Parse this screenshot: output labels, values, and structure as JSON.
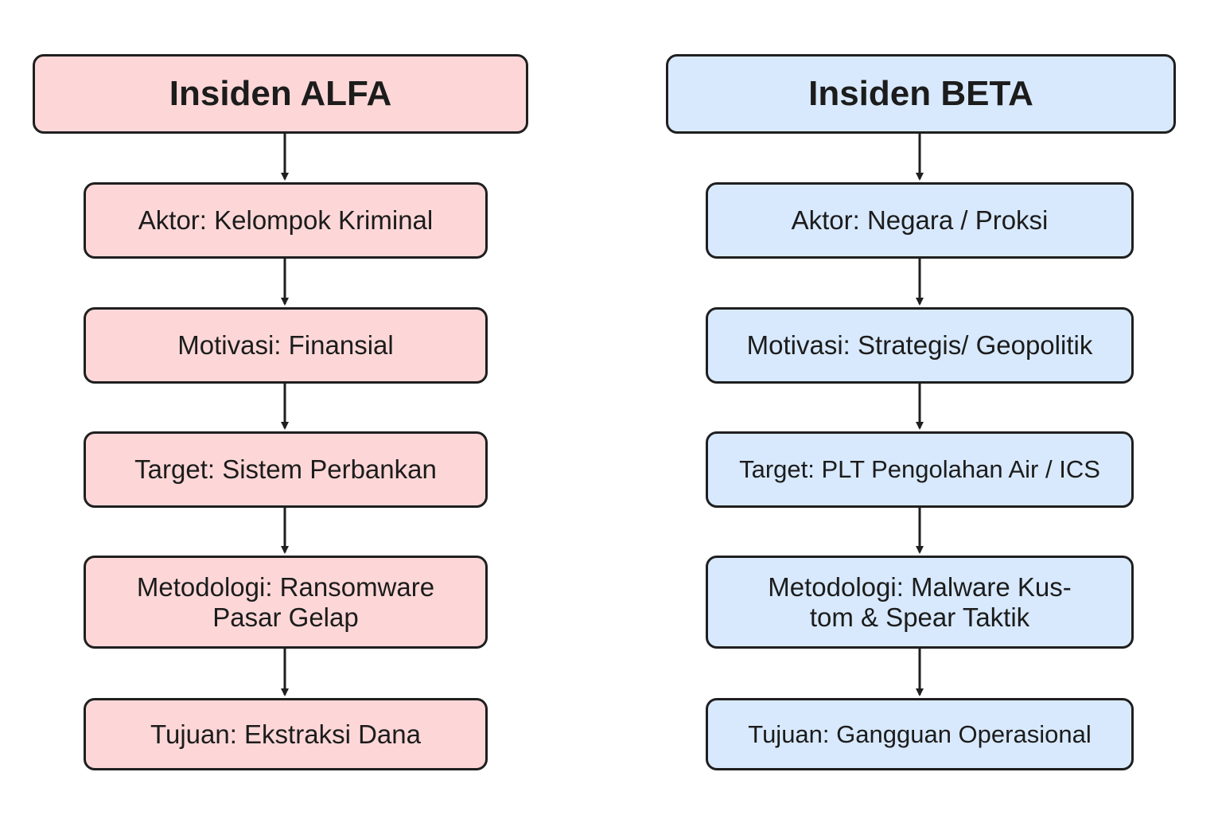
{
  "left": {
    "title": "Insiden ALFA",
    "steps": [
      "Aktor: Kelompok Kriminal",
      "Motivasi: Finansial",
      "Target: Sistem Perbankan",
      "Metodologi: Ransomware\nPasar Gelap",
      "Tujuan: Ekstraksi Dana"
    ]
  },
  "right": {
    "title": "Insiden BETA",
    "steps": [
      "Aktor: Negara / Proksi",
      "Motivasi: Strategis/ Geopolitik",
      "Target: PLT Pengolahan Air / ICS",
      "Metodologi: Malware Kus-\ntom & Spear Taktik",
      "Tujuan: Gangguan Operasional"
    ]
  },
  "colors": {
    "left_fill": "#fdd7d8",
    "right_fill": "#d8e9fd",
    "border": "#1f1f1f"
  }
}
